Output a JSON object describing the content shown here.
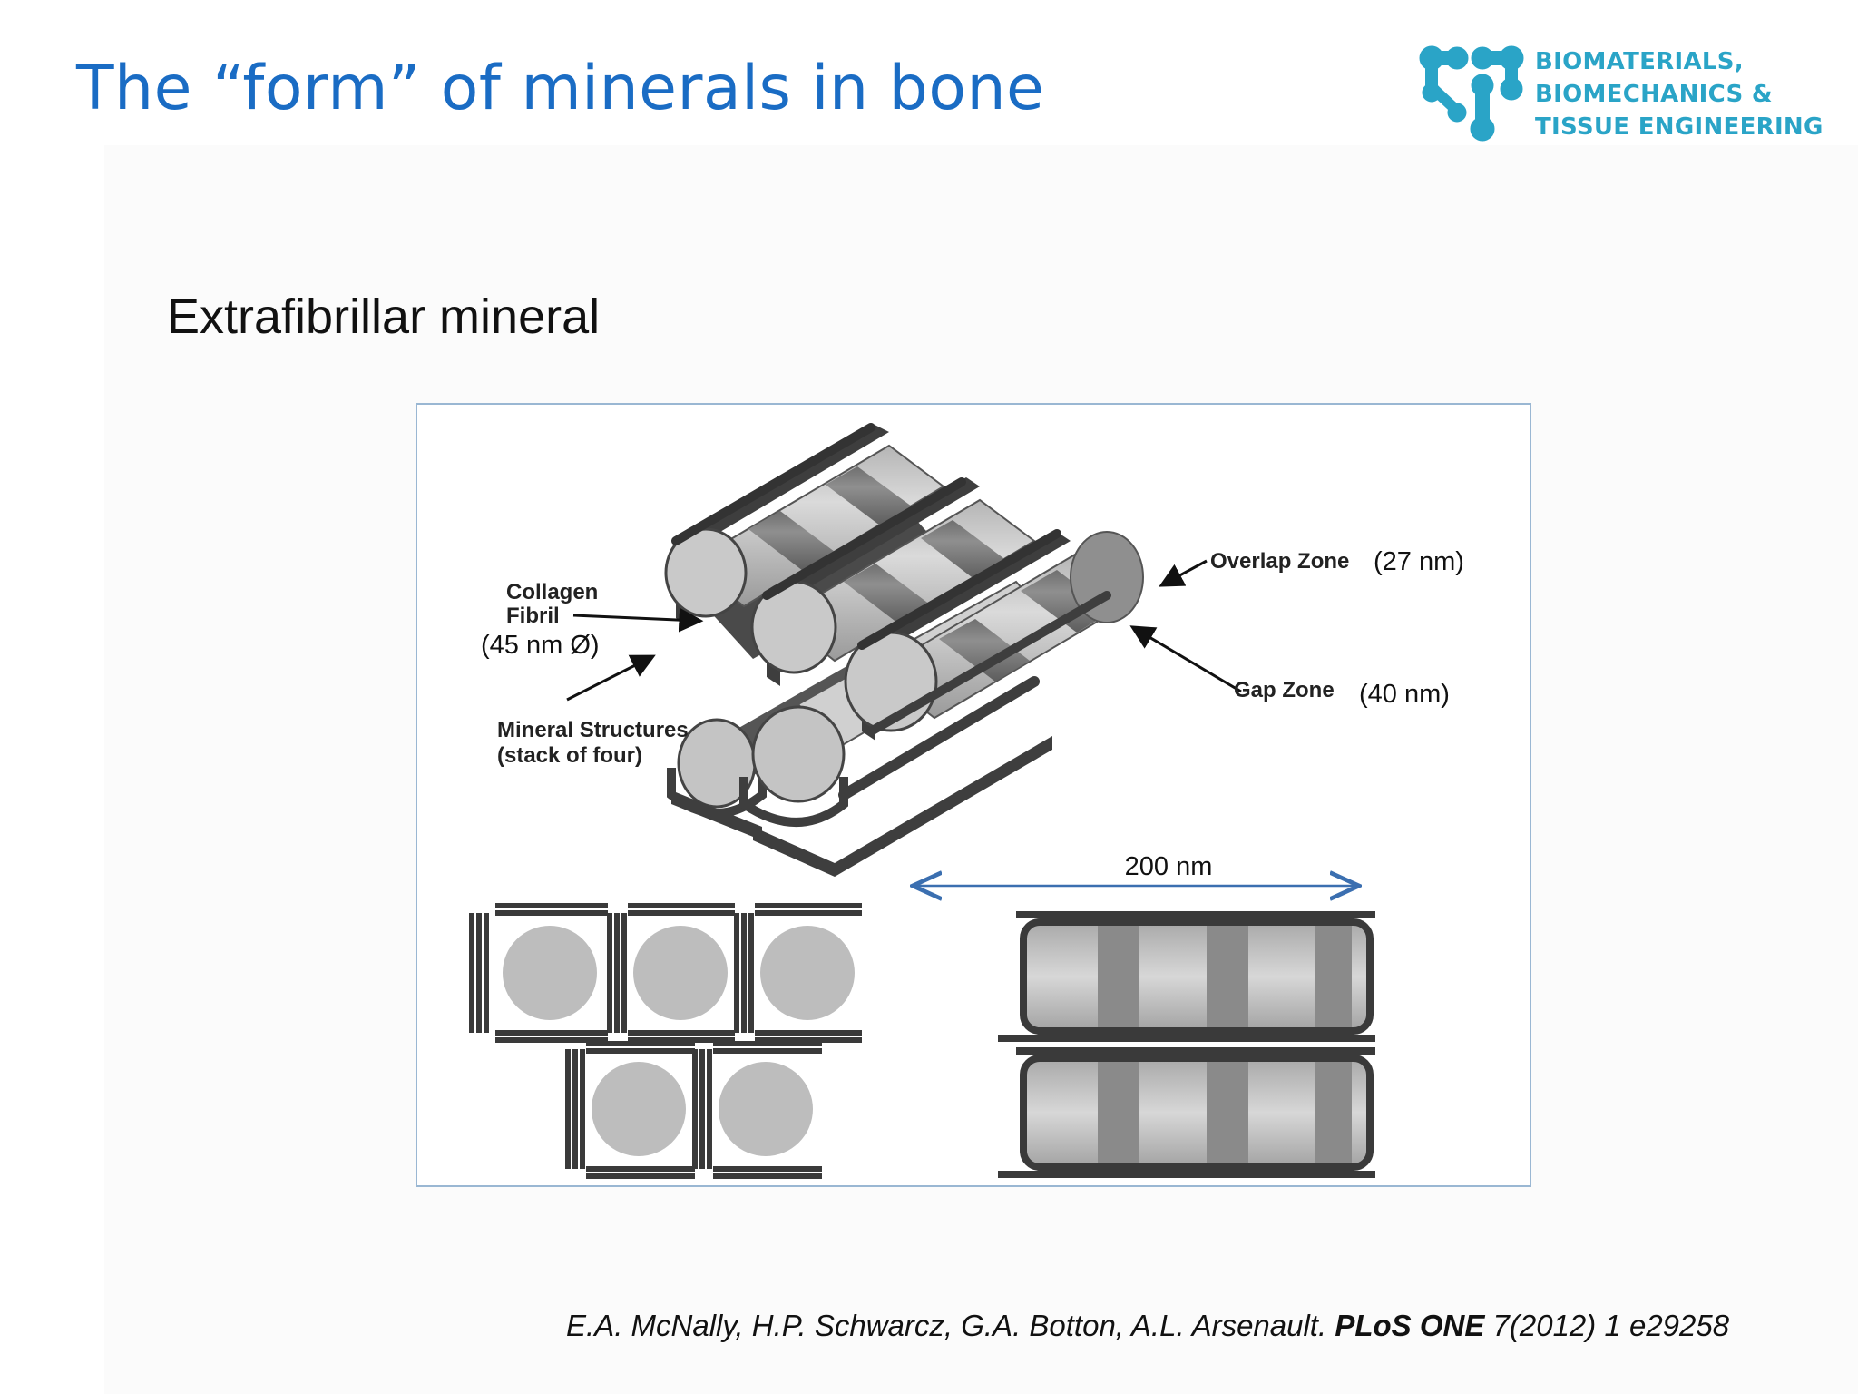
{
  "slide": {
    "title": "The “form” of minerals in bone",
    "subtitle": "Extrafibrillar mineral"
  },
  "logo": {
    "icon": "molecule-logo-icon",
    "line1": "BIOMATERIALS,",
    "line2": "BIOMECHANICS &",
    "line3": "TISSUE ENGINEERING",
    "color": "#2aa4c7"
  },
  "figure": {
    "labels": {
      "collagen_line1": "Collagen",
      "collagen_line2": "Fibril",
      "collagen_dim": "(45 nm Ø)",
      "mineral_line1": "Mineral Structures",
      "mineral_line2": "(stack of four)",
      "overlap": "Overlap Zone",
      "overlap_dim": "(27 nm)",
      "gap": "Gap Zone",
      "gap_dim": "(40 nm)",
      "scale": "200 nm"
    }
  },
  "citation": {
    "authors": "E.A. McNally, H.P. Schwarcz, G.A. Botton, A.L. Arsenault. ",
    "journal": "PLoS ONE",
    "details": " 7(2012) 1 e29258"
  },
  "colors": {
    "title": "#1a6cc4",
    "frame_border": "#9ab7d3",
    "mineral_dark": "#4a4a4a",
    "fibril_light": "#c9c9c9",
    "fibril_band": "#8a8a8a",
    "scale_arrow": "#3b6fb0"
  }
}
